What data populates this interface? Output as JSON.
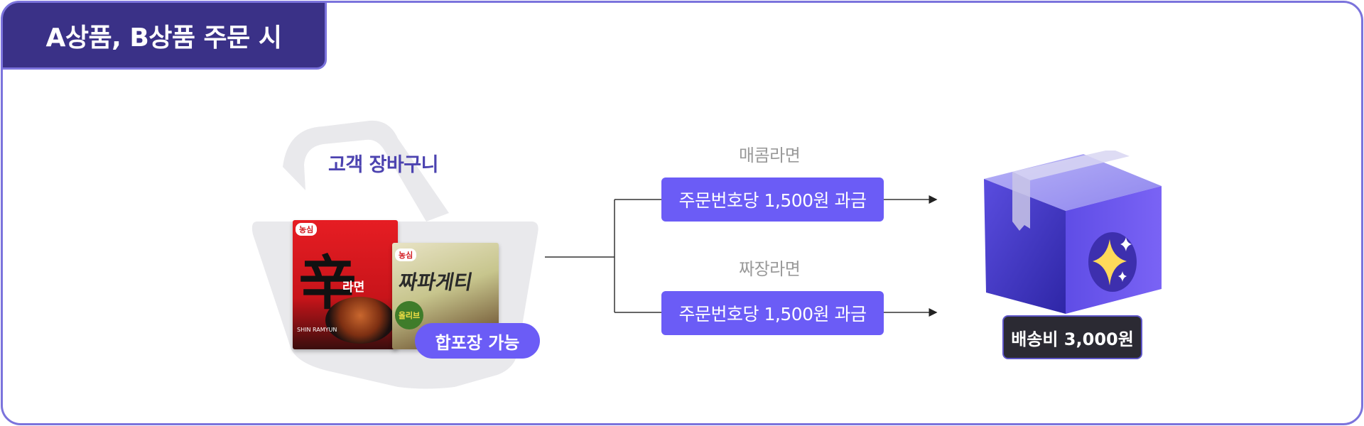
{
  "title": "A상품, B상품 주문 시",
  "basket": {
    "title": "고객 장바구니",
    "combine_badge": "합포장 가능",
    "products": [
      {
        "brand": "농심",
        "glyph": "辛",
        "name": "라면",
        "sub": "SHIN RAMYUN"
      },
      {
        "brand": "농심",
        "name": "짜파게티",
        "badge": "올리브"
      }
    ]
  },
  "routes": [
    {
      "label": "매콤라면",
      "fee": "주문번호당 1,500원 과금"
    },
    {
      "label": "짜장라면",
      "fee": "주문번호당 1,500원 과금"
    }
  ],
  "shipping": {
    "badge": "배송비 3,000원"
  },
  "colors": {
    "accent": "#6b5cf6",
    "title_bg": "#3a3187",
    "border": "#7b73dc",
    "dark_badge": "#2b2a33"
  }
}
